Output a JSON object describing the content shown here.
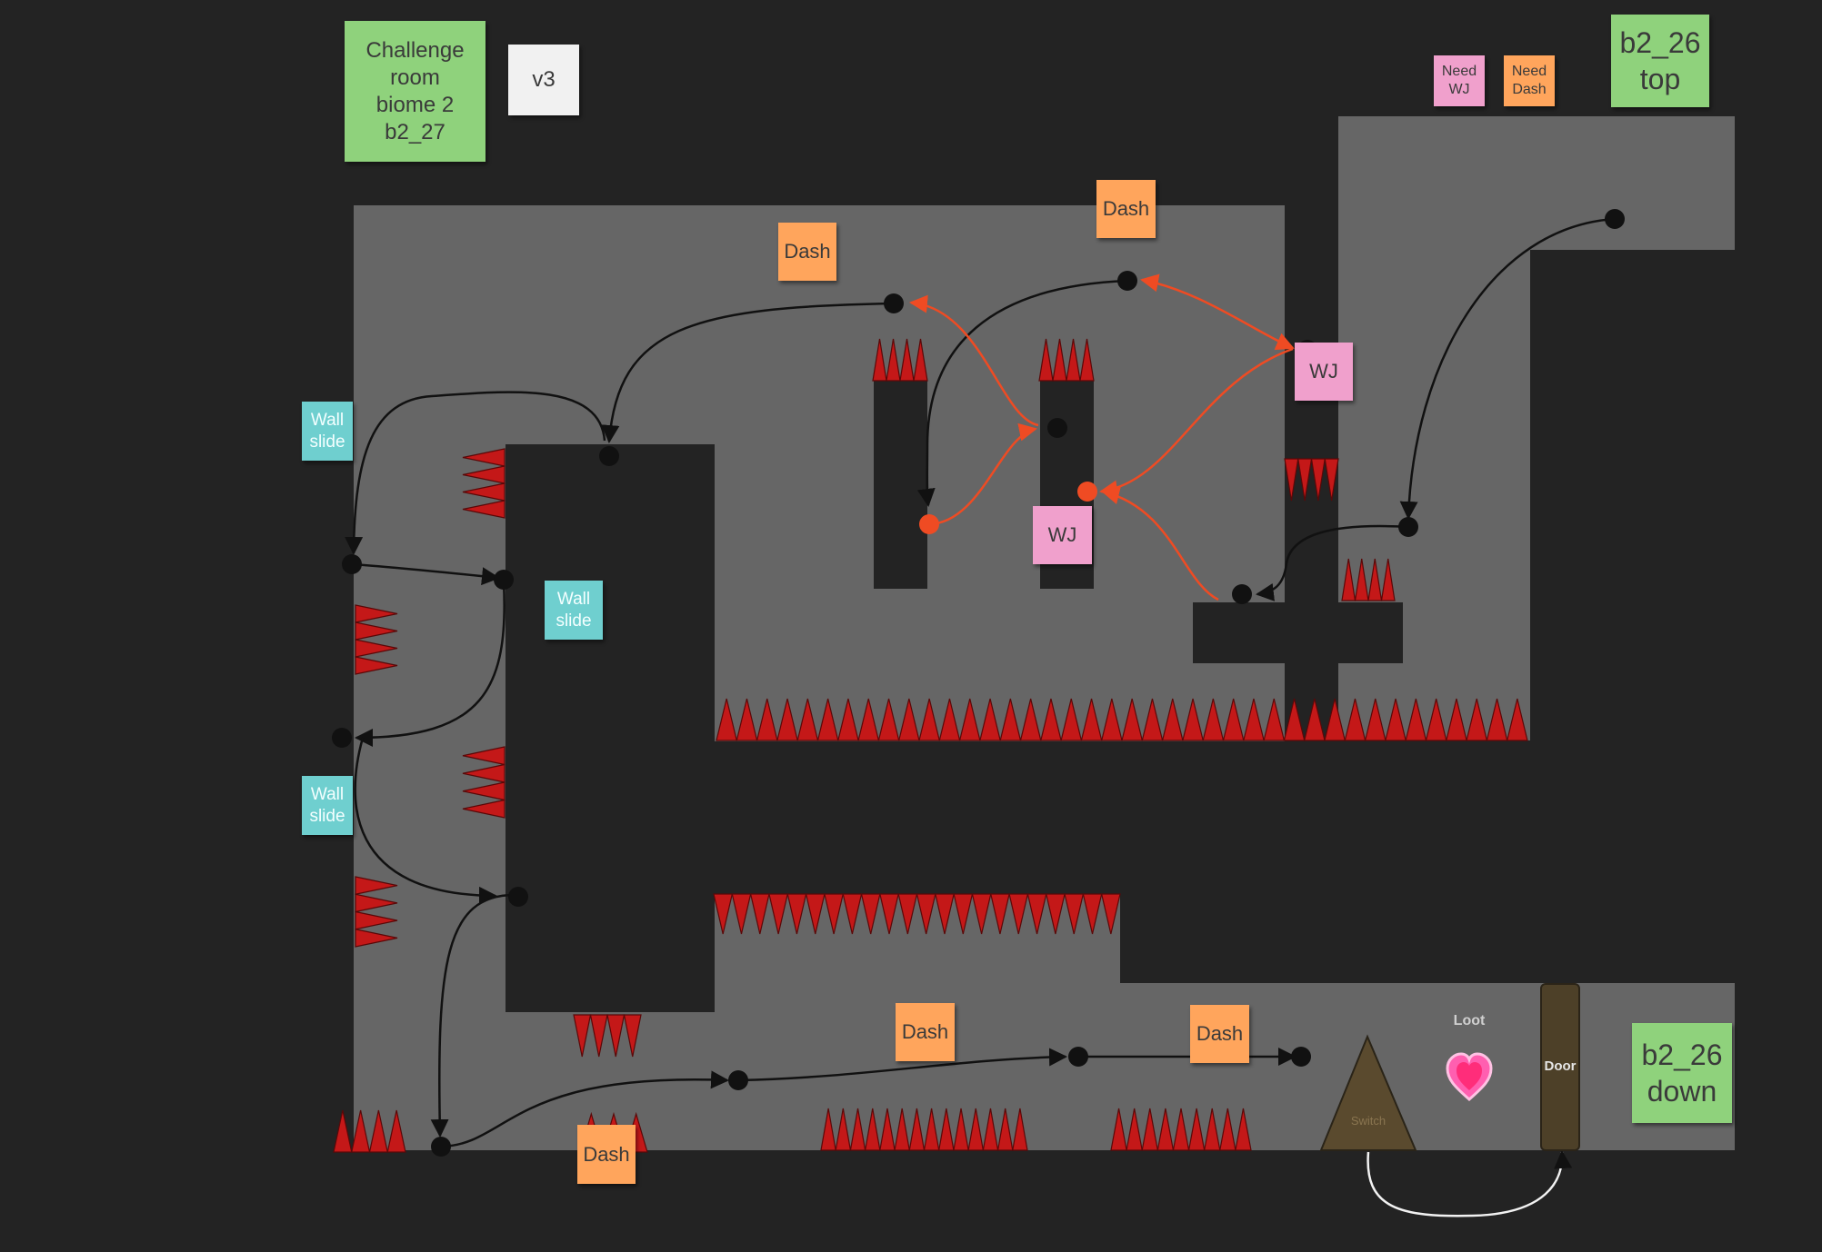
{
  "notes": {
    "title": "Challenge\nroom\nbiome 2\nb2_27",
    "version": "v3",
    "top_exit": "b2_26\ntop",
    "down_exit": "b2_26\ndown",
    "need_wj": "Need\nWJ",
    "need_dash": "Need\nDash",
    "wall_slide_1": "Wall\nslide",
    "wall_slide_2": "Wall\nslide",
    "wall_slide_3": "Wall\nslide",
    "dash_1": "Dash",
    "dash_2": "Dash",
    "dash_3": "Dash",
    "dash_4": "Dash",
    "dash_5": "Dash",
    "wj_1": "WJ",
    "wj_2": "WJ"
  },
  "objects": {
    "loot_label": "Loot",
    "door_label": "Door",
    "switch_label": "Switch"
  },
  "colors": {
    "background": "#232323",
    "room_floor": "#666666",
    "wall": "#232323",
    "spike": "#c41818",
    "path_normal": "#111111",
    "path_wall_jump": "#ef4b23",
    "switch": "#5a4a2e",
    "door": "#4d4028"
  }
}
